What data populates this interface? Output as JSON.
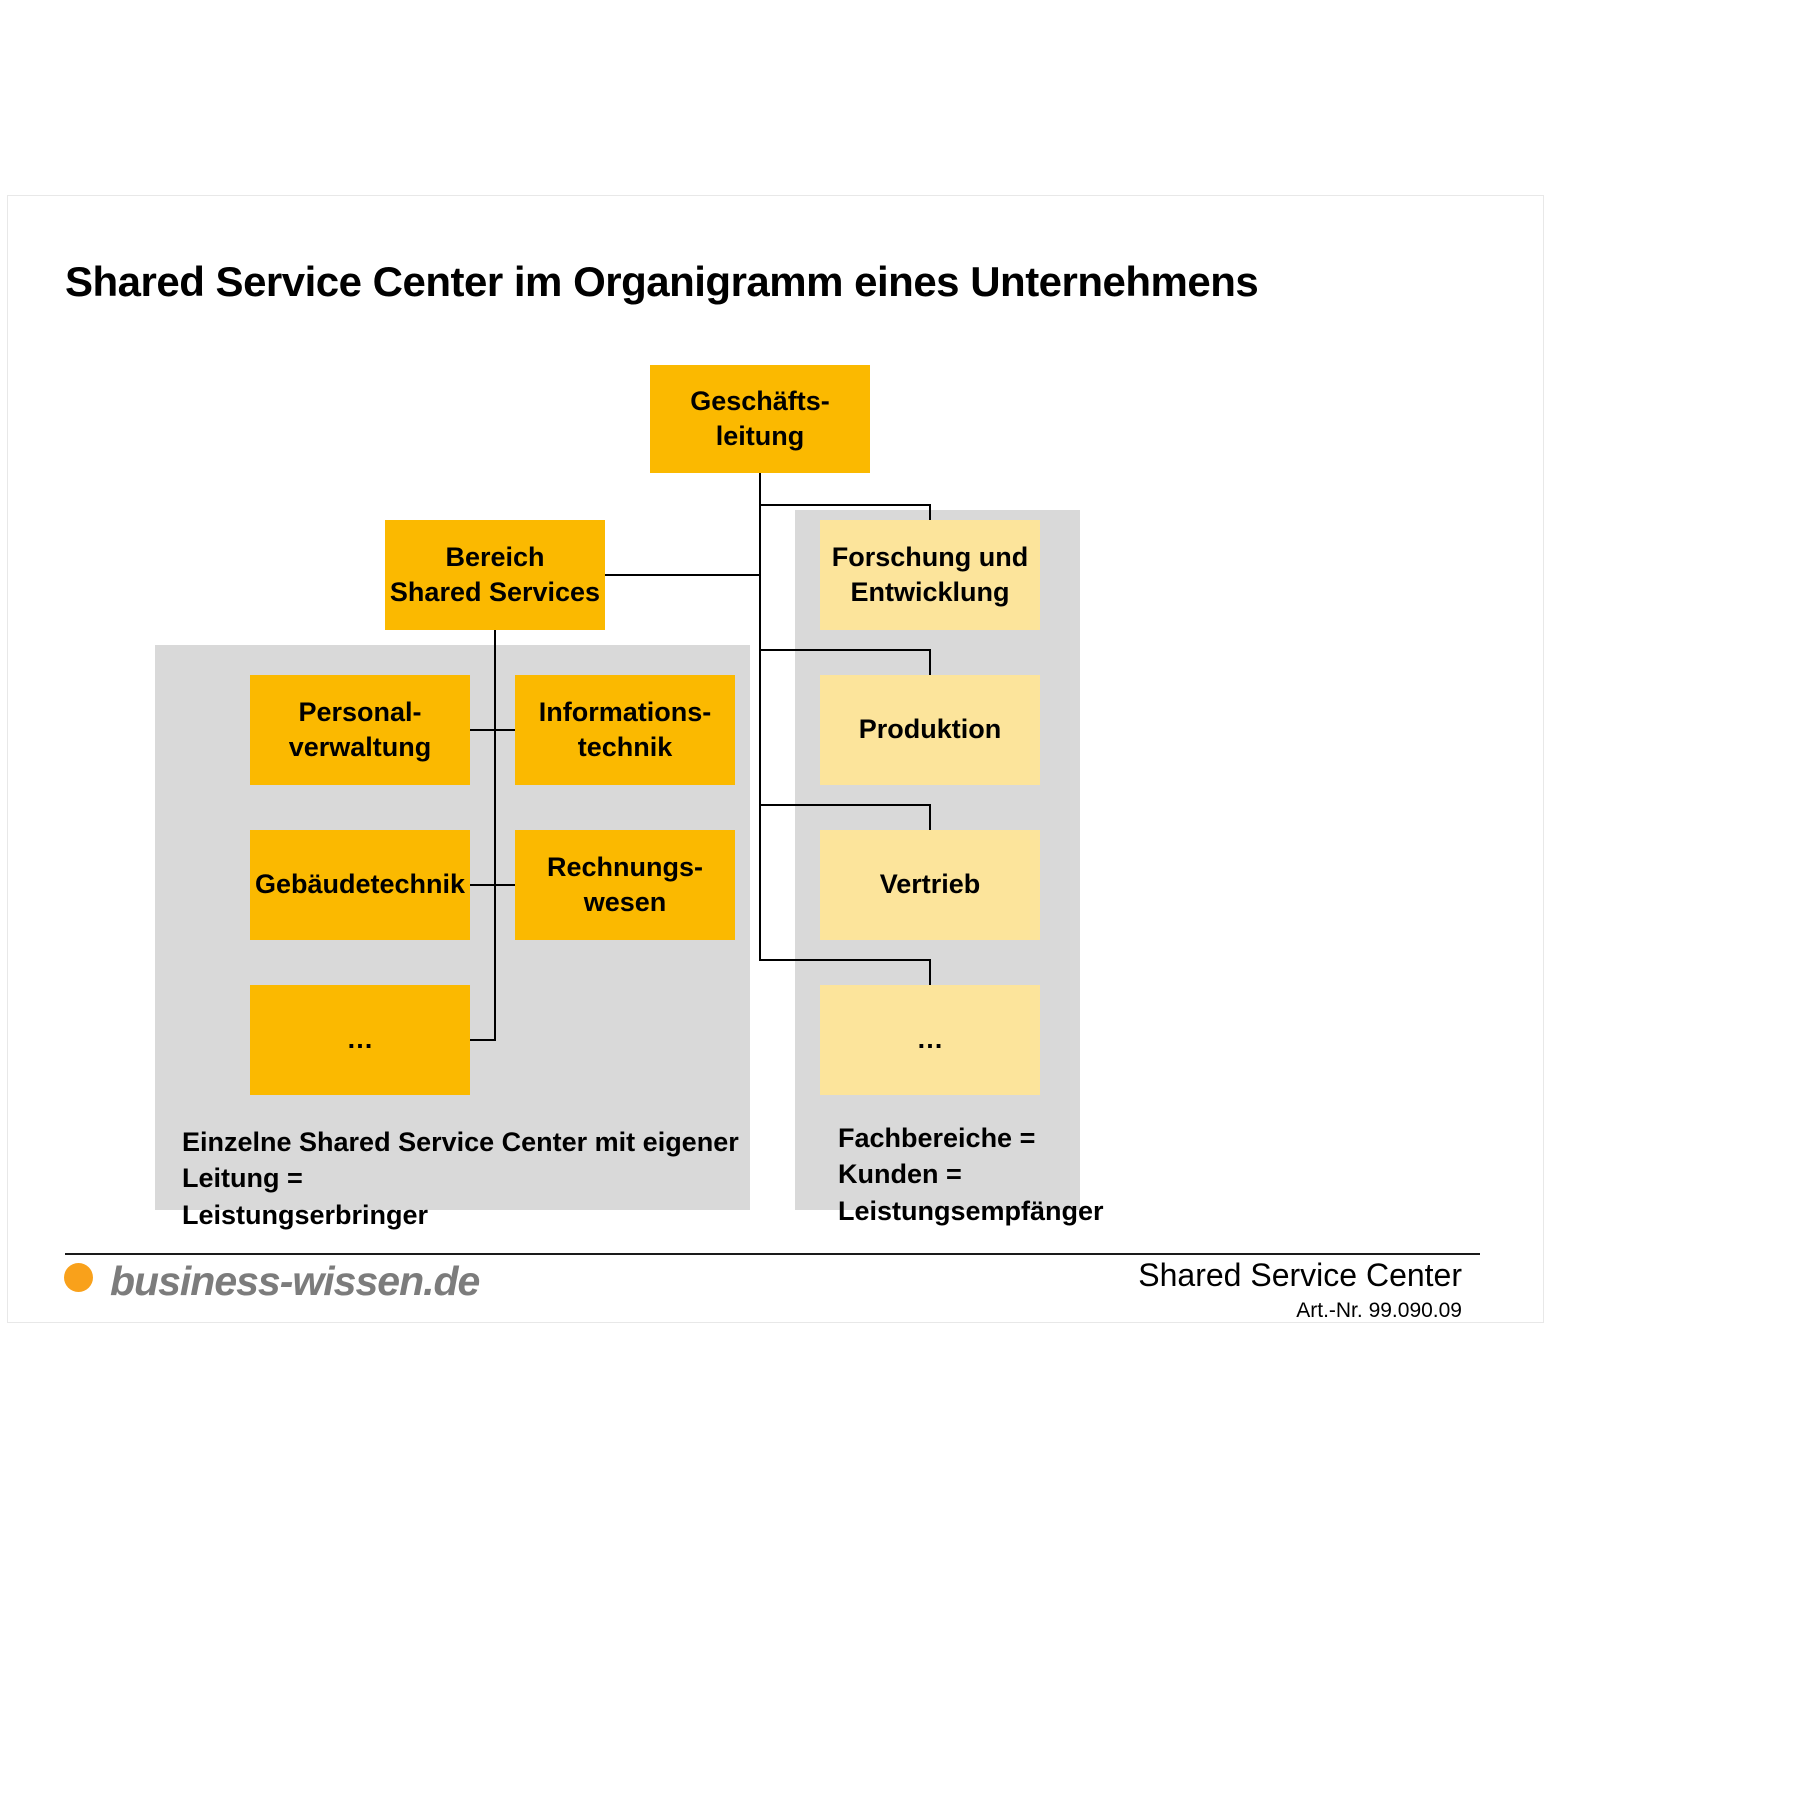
{
  "title": "Shared Service Center im Organigramm eines Unternehmens",
  "org_chart": {
    "root": {
      "label": "Geschäfts-\nleitung"
    },
    "shared_branch": {
      "head": {
        "label": "Bereich\nShared Services"
      },
      "centers": [
        {
          "label": "Personal-\nverwaltung"
        },
        {
          "label": "Informations-\ntechnik"
        },
        {
          "label": "Gebäudetechnik"
        },
        {
          "label": "Rechnungs-\nwesen"
        },
        {
          "label": "…"
        }
      ],
      "caption": "Einzelne Shared Service Center mit eigener Leitung =\nLeistungserbringer"
    },
    "business_branch": {
      "departments": [
        {
          "label": "Forschung und\nEntwicklung"
        },
        {
          "label": "Produktion"
        },
        {
          "label": "Vertrieb"
        },
        {
          "label": "…"
        }
      ],
      "caption": "Fachbereiche =\nKunden =\nLeistungsempfänger"
    }
  },
  "footer": {
    "logo_text": "business-wissen.de",
    "logo_dot_icon": "orange-dot-icon",
    "doc_title": "Shared Service Center",
    "art_nr": "Art.-Nr. 99.090.09"
  },
  "colors": {
    "box_strong": "#FBB900",
    "box_light": "#FCE49B",
    "panel_gray": "#D9D9D9",
    "logo_orange": "#F9A11B",
    "logo_gray": "#7C7C7C",
    "line_black": "#000000"
  }
}
